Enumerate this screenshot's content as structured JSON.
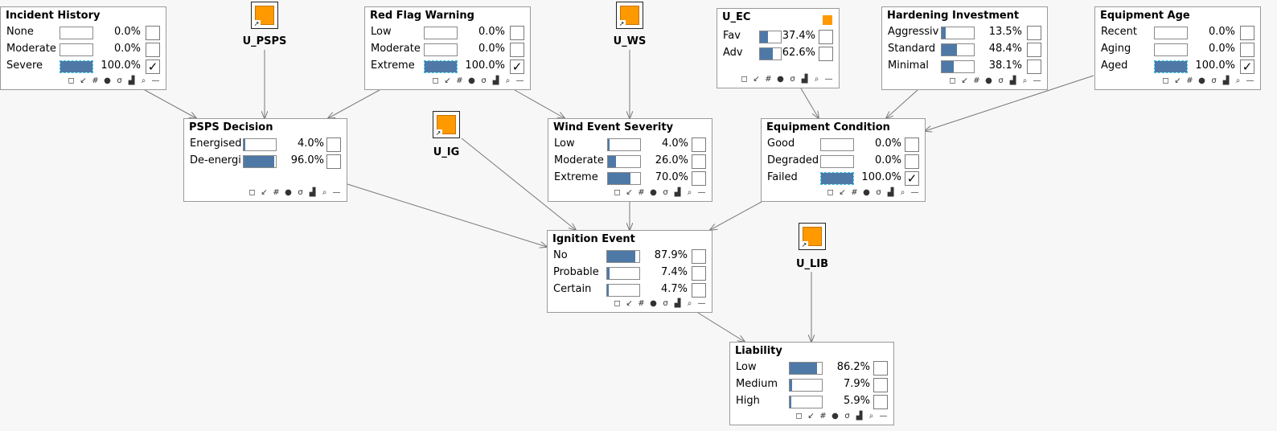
{
  "nodes": {
    "incident_history": {
      "title": "Incident History",
      "states": [
        {
          "label": "None",
          "pct": "0.0%",
          "value": 0.0,
          "checked": false
        },
        {
          "label": "Moderate",
          "pct": "0.0%",
          "value": 0.0,
          "checked": false
        },
        {
          "label": "Severe",
          "pct": "100.0%",
          "value": 1.0,
          "checked": true
        }
      ]
    },
    "red_flag_warning": {
      "title": "Red Flag Warning",
      "states": [
        {
          "label": "Low",
          "pct": "0.0%",
          "value": 0.0,
          "checked": false
        },
        {
          "label": "Moderate",
          "pct": "0.0%",
          "value": 0.0,
          "checked": false
        },
        {
          "label": "Extreme",
          "pct": "100.0%",
          "value": 1.0,
          "checked": true
        }
      ]
    },
    "u_ec": {
      "title": "U_EC",
      "states": [
        {
          "label": "Fav",
          "pct": "37.4%",
          "value": 0.374,
          "checked": false
        },
        {
          "label": "Adv",
          "pct": "62.6%",
          "value": 0.626,
          "checked": false
        }
      ]
    },
    "hardening_investment": {
      "title": "Hardening Investment",
      "states": [
        {
          "label": "Aggressive",
          "pct": "13.5%",
          "value": 0.135,
          "checked": false
        },
        {
          "label": "Standard",
          "pct": "48.4%",
          "value": 0.484,
          "checked": false
        },
        {
          "label": "Minimal",
          "pct": "38.1%",
          "value": 0.381,
          "checked": false
        }
      ]
    },
    "equipment_age": {
      "title": "Equipment Age",
      "states": [
        {
          "label": "Recent",
          "pct": "0.0%",
          "value": 0.0,
          "checked": false
        },
        {
          "label": "Aging",
          "pct": "0.0%",
          "value": 0.0,
          "checked": false
        },
        {
          "label": "Aged",
          "pct": "100.0%",
          "value": 1.0,
          "checked": true
        }
      ]
    },
    "psps_decision": {
      "title": "PSPS Decision",
      "states": [
        {
          "label": "Energised",
          "pct": "4.0%",
          "value": 0.04,
          "checked": false
        },
        {
          "label": "De-energi",
          "pct": "96.0%",
          "value": 0.96,
          "checked": false
        }
      ]
    },
    "wind_event_severity": {
      "title": "Wind Event Severity",
      "states": [
        {
          "label": "Low",
          "pct": "4.0%",
          "value": 0.04,
          "checked": false
        },
        {
          "label": "Moderate",
          "pct": "26.0%",
          "value": 0.26,
          "checked": false
        },
        {
          "label": "Extreme",
          "pct": "70.0%",
          "value": 0.7,
          "checked": false
        }
      ]
    },
    "equipment_condition": {
      "title": "Equipment Condition",
      "states": [
        {
          "label": "Good",
          "pct": "0.0%",
          "value": 0.0,
          "checked": false
        },
        {
          "label": "Degraded",
          "pct": "0.0%",
          "value": 0.0,
          "checked": false
        },
        {
          "label": "Failed",
          "pct": "100.0%",
          "value": 1.0,
          "checked": true
        }
      ]
    },
    "ignition_event": {
      "title": "Ignition Event",
      "states": [
        {
          "label": "No",
          "pct": "87.9%",
          "value": 0.879,
          "checked": false
        },
        {
          "label": "Probable",
          "pct": "7.4%",
          "value": 0.074,
          "checked": false
        },
        {
          "label": "Certain",
          "pct": "4.7%",
          "value": 0.047,
          "checked": false
        }
      ]
    },
    "liability": {
      "title": "Liability",
      "states": [
        {
          "label": "Low",
          "pct": "86.2%",
          "value": 0.862,
          "checked": false
        },
        {
          "label": "Medium",
          "pct": "7.9%",
          "value": 0.079,
          "checked": false
        },
        {
          "label": "High",
          "pct": "5.9%",
          "value": 0.059,
          "checked": false
        }
      ]
    }
  },
  "utility_nodes": {
    "u_psps": {
      "label": "U_PSPS"
    },
    "u_ws": {
      "label": "U_WS"
    },
    "u_ig": {
      "label": "U_IG"
    },
    "u_lib": {
      "label": "U_LIB"
    }
  },
  "colors": {
    "bar": "#4e79a7",
    "utility": "#ff9900",
    "edge": "#777777"
  }
}
